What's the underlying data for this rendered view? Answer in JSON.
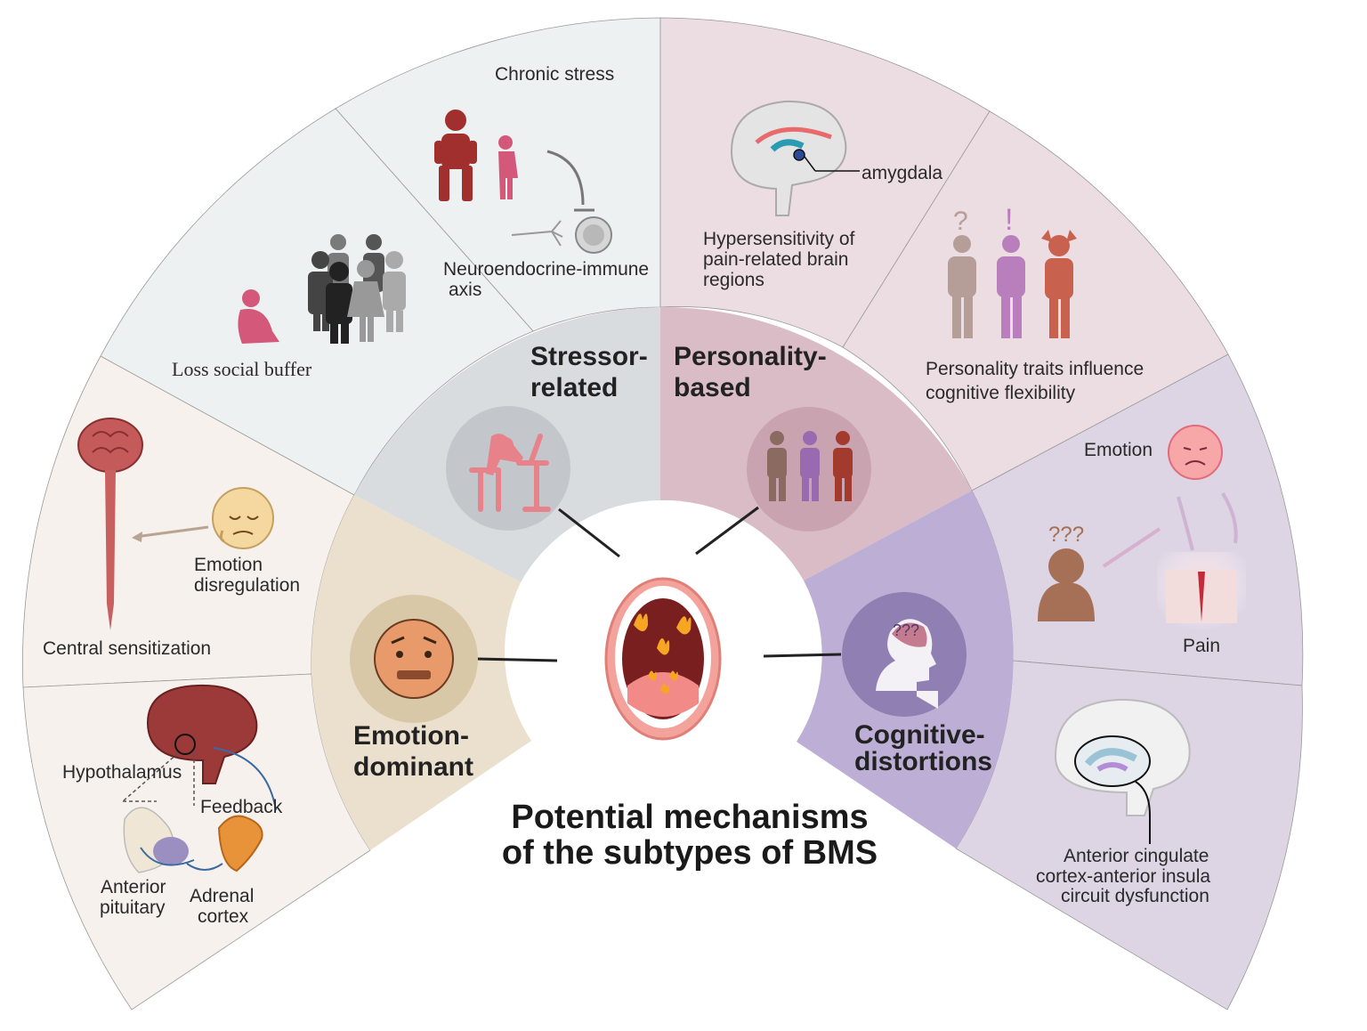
{
  "title": {
    "line1": "Potential mechanisms",
    "line2": "of the subtypes of BMS"
  },
  "subtypes": {
    "stressor": {
      "line1": "Stressor-",
      "line2": "related"
    },
    "personality": {
      "line1": "Personality-",
      "line2": "based"
    },
    "emotion": {
      "line1": "Emotion-",
      "line2": "dominant"
    },
    "cognitive": {
      "line1": "Cognitive-",
      "line2": "distortions"
    }
  },
  "mechanisms": {
    "chronic_stress": "Chronic stress",
    "neuroendocrine": {
      "line1": "Neuroendocrine-immune",
      "line2": "axis"
    },
    "loss_social_buffer": "Loss social buffer",
    "amygdala": "amygdala",
    "hypersensitivity": {
      "line1": "Hypersensitivity of",
      "line2": "pain-related brain",
      "line3": "regions"
    },
    "personality_traits": {
      "line1": "Personality traits influence",
      "line2": "cognitive flexibility"
    },
    "emotion": "Emotion",
    "pain": "Pain",
    "acc_insula": {
      "line1": "Anterior cingulate",
      "line2": "cortex-anterior insula",
      "line3": "circuit dysfunction"
    },
    "emotion_disregulation": {
      "line1": "Emotion",
      "line2": "disregulation"
    },
    "central_sensitization": "Central sensitization",
    "hypothalamus": "Hypothalamus",
    "feedback": "Feedback",
    "anterior_pituitary": {
      "line1": "Anterior",
      "line2": "pituitary"
    },
    "adrenal_cortex": {
      "line1": "Adrenal",
      "line2": "cortex"
    }
  },
  "colors": {
    "stressor_outer": "#eef1f1",
    "stressor_inner": "#d9dcdf",
    "personality_outer": "#ecdde2",
    "personality_inner": "#d9bcc6",
    "emotion_outer": "#f6f1ec",
    "emotion_inner": "#ebdfcd",
    "cognitive_outer": "#ddd4e4",
    "cognitive_inner": "#bcaed4"
  },
  "icons": [
    "mouth-fire-icon",
    "desk-stress-icon",
    "three-people-icon",
    "worried-face-icon",
    "head-questions-icon",
    "brain-amygdala-icon",
    "spinal-brain-icon",
    "sad-face-icon",
    "hpa-axis-icon",
    "acc-brain-icon"
  ]
}
